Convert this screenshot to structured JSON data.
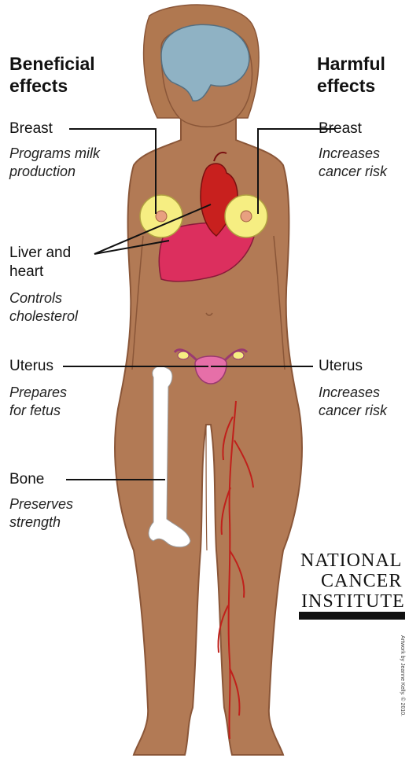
{
  "headers": {
    "beneficial_line1": "Beneficial",
    "beneficial_line2": "effects",
    "harmful_line1": "Harmful",
    "harmful_line2": "effects"
  },
  "beneficial": {
    "breast": {
      "label": "Breast",
      "effect_line1": "Programs milk",
      "effect_line2": "production"
    },
    "liver_heart": {
      "label_line1": "Liver and",
      "label_line2": "heart",
      "effect_line1": "Controls",
      "effect_line2": "cholesterol"
    },
    "uterus": {
      "label": "Uterus",
      "effect_line1": "Prepares",
      "effect_line2": "for fetus"
    },
    "bone": {
      "label": "Bone",
      "effect_line1": "Preserves",
      "effect_line2": "strength"
    }
  },
  "harmful": {
    "breast": {
      "label": "Breast",
      "effect_line1": "Increases",
      "effect_line2": "cancer risk"
    },
    "uterus": {
      "label": "Uterus",
      "effect_line1": "Increases",
      "effect_line2": "cancer risk"
    }
  },
  "logo": {
    "line1": "NATIONAL",
    "line2": "CANCER",
    "line3": "INSTITUTE"
  },
  "credit": "Artwork by Jeanne Kelly. © 2010.",
  "colors": {
    "skin": "#b27a55",
    "skin_outline": "#8a5638",
    "hair": "#b07850",
    "brain": "#8fb2c4",
    "breast": "#f6ee82",
    "heart": "#c8201e",
    "liver": "#dc2f5e",
    "uterus": "#e66fa8",
    "bone": "#ffffff",
    "vein": "#c0201b"
  }
}
